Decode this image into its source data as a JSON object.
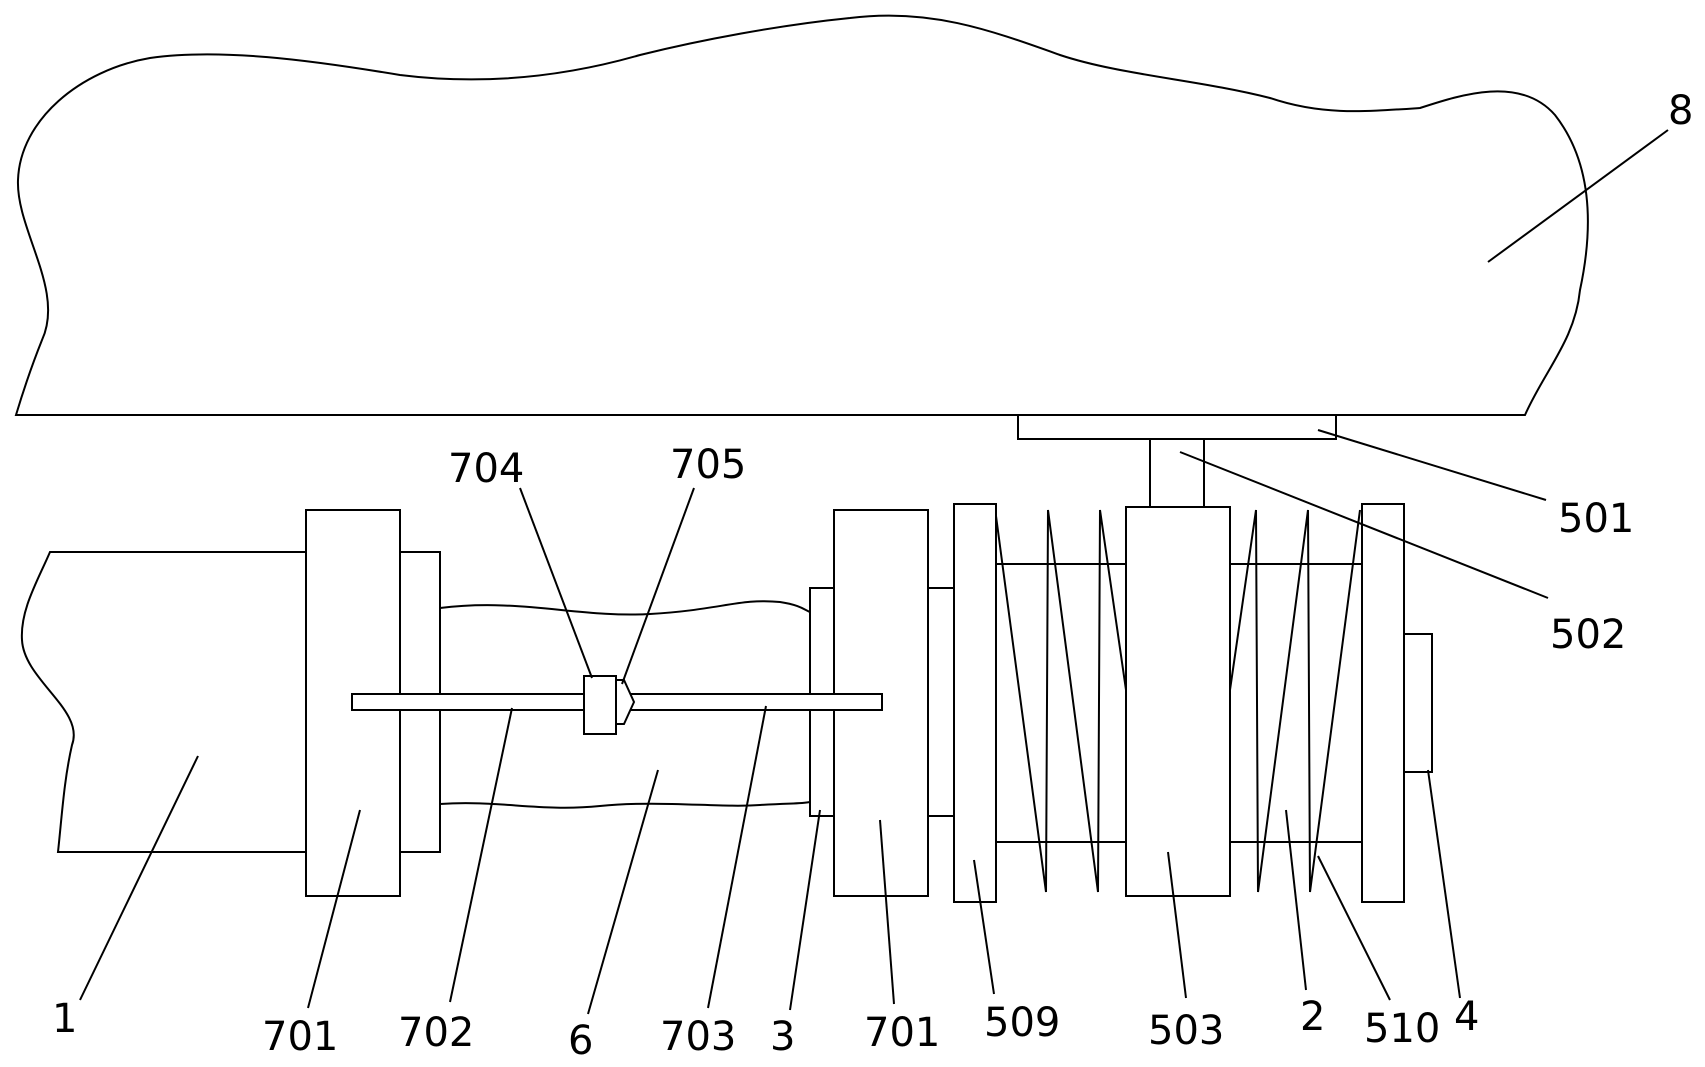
{
  "labels": {
    "l8": "8",
    "l501": "501",
    "l502": "502",
    "l704": "704",
    "l705": "705",
    "l1": "1",
    "l701a": "701",
    "l702": "702",
    "l6": "6",
    "l703": "703",
    "l3": "3",
    "l701b": "701",
    "l509": "509",
    "l503": "503",
    "l2": "2",
    "l510": "510",
    "l4": "4"
  }
}
